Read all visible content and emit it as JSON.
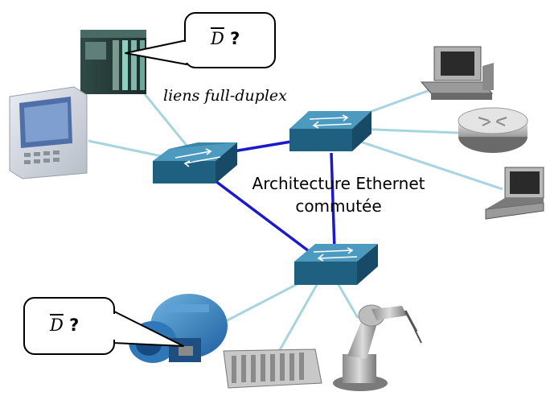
{
  "diagram": {
    "label_links": "liens full-duplex",
    "label_center_line1": "Architecture Ethernet",
    "label_center_line2": "commutée",
    "callout_top": {
      "symbol": "D",
      "suffix": " ?"
    },
    "callout_bottom": {
      "symbol": "D",
      "suffix": " ?"
    },
    "colors": {
      "backbone_link": "#1a1acc",
      "access_link": "#a8d4e0",
      "switch_top": "#3a86a8",
      "switch_side": "#1f5f80"
    }
  }
}
